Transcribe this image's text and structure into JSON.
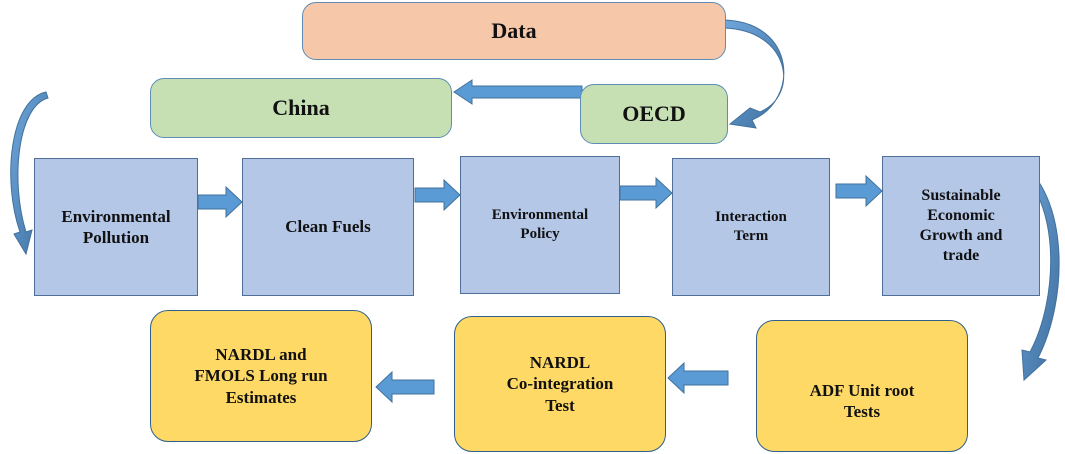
{
  "nodes": {
    "data": "Data",
    "china": "China",
    "oecd": "OECD",
    "env_pollution": "Environmental\nPollution",
    "clean_fuels": "Clean Fuels",
    "env_policy": "Environmental\nPolicy",
    "interaction_term": "Interaction\nTerm",
    "sustainable_growth": "Sustainable\nEconomic\nGrowth and\ntrade",
    "adf_tests": "ADF Unit root\nTests",
    "nardl_cointegration": "NARDL\nCo-integration\nTest",
    "nardl_fmols": "NARDL and\nFMOLS Long run\nEstimates"
  },
  "colors": {
    "arrow_fill": "#5b9bd5",
    "arrow_stroke": "#41719c",
    "peach": "#f7c7aa",
    "green": "#c6e0b4",
    "blue": "#b4c7e7",
    "yellow": "#ffd966"
  }
}
